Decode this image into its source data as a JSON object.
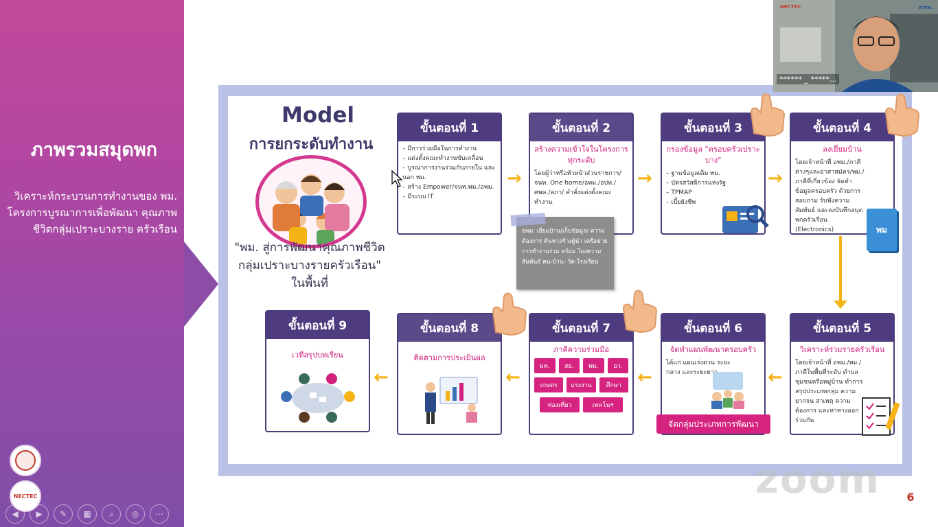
{
  "left": {
    "title": "ภาพรวมสมุดพก",
    "subtitle": "วิเคราะห์กระบวนการทำงานของ พม. โครงการบูรณาการเพื่อพัฒนา คุณภาพชีวิตกลุ่มเปราะบางราย ครัวเรือน",
    "nectec_label": "NECTEC"
  },
  "model": {
    "title": "Model",
    "subtitle": "การยกระดับทำงาน",
    "caption": "\"พม. สู่การพัฒนาคุณภาพชีวิต กลุ่มเปราะบางรายครัวเรือน\" ในพื้นที่"
  },
  "steps": {
    "s1": {
      "title": "ขั้นตอนที่ 1",
      "items": [
        "มีการร่วมมือในการทำงาน",
        "แต่งตั้งคณะทำงานขับเคลื่อน",
        "บูรณาการงานร่วมกับภายใน และนอก พม.",
        "สร้าง Empower/จนท.พม./อพม.",
        "มีระบบ IT"
      ]
    },
    "s2": {
      "title": "ขั้นตอนที่ 2",
      "subtitle": "สร้างความเข้าใจในโครงการ ทุกระดับ",
      "body": "โดยผู้ว่าหรือหัวหน้าส่วนราชการ/จนท. One home/อพม./อปท./ศพค./สภา/ คำสั่งแต่งตั้งคณะทำงาน"
    },
    "s3": {
      "title": "ขั้นตอนที่ 3",
      "subtitle": "กรองข้อมูล \"ครอบครัวเปราะบาง\"",
      "items": [
        "ฐานข้อมูลเดิม พม.",
        "บัตรสวัสดิการแห่งรัฐ",
        "TPMAP",
        "เบี้ยยังชีพ"
      ]
    },
    "s4": {
      "title": "ขั้นตอนที่ 4",
      "subtitle": "ลงเยี่ยมบ้าน",
      "body": "โดยเจ้าหน้าที่ อพม./ภาคีต่างๆและอาสาสมัคร/พม./ภาคีที่เกี่ยวข้อง จัดทำข้อมูลครอบครัว ด้วยการสอบถาม รับฟังความสัมพันธ์ และลงบันทึกสมุดพกครัวเรือน (Electronics)",
      "book_label": "พม"
    },
    "s5": {
      "title": "ขั้นตอนที่ 5",
      "subtitle": "วิเคราะห์ร่วมรายครัวเรือน",
      "body": "โดยเจ้าหน้าที่ อพม./พม./ภาคีในพื้นที่ระดับ ตำบล ชุมชนหรือหมู่บ้าน ทำการสรุปประเภทกลุ่ม ความยากจน สาเหตุ ความต้องการ และหาทางออกร่วมกัน"
    },
    "s6": {
      "title": "ขั้นตอนที่ 6",
      "subtitle": "จัดทำแผนพัฒนาครอบครัว",
      "body": "ได้แก่ แผนเร่งด่วน ระยะกลาง และระยะยาว",
      "group_label": "จัดกลุ่มประเภทการพัฒนา"
    },
    "s7": {
      "title": "ขั้นตอนที่ 7",
      "subtitle": "ภาคีความร่วมมือ",
      "parts_row1": [
        "มท.",
        "สธ.",
        "พม.",
        "อว."
      ],
      "parts_row2": [
        "เกษตร",
        "แรงงาน",
        "ศึกษา"
      ],
      "parts_row3": [
        "ท่องเที่ยว",
        "เทคโนฯ"
      ]
    },
    "s8": {
      "title": "ขั้นตอนที่ 8",
      "subtitle": "ติดตามการประเมินผล"
    },
    "s9": {
      "title": "ขั้นตอนที่ 9",
      "subtitle": "เวทีสรุปบทเรียน"
    }
  },
  "note": {
    "text": "อพม. เยี่ยมบ้าน/เก็บข้อมูล/ ความต้องการ ค้นหาสร้างผู้นำ เครือข่ายการทำงานร่วม พร้อม โยงความสัมพันธ์ คน-บ้าน- วัด-โรงเรียน"
  },
  "video": {
    "name": "****** _ *****...",
    "logo_left": "NECTEC",
    "logo_right": "สวทช."
  },
  "watermark": "zoom",
  "page_number": "6"
}
